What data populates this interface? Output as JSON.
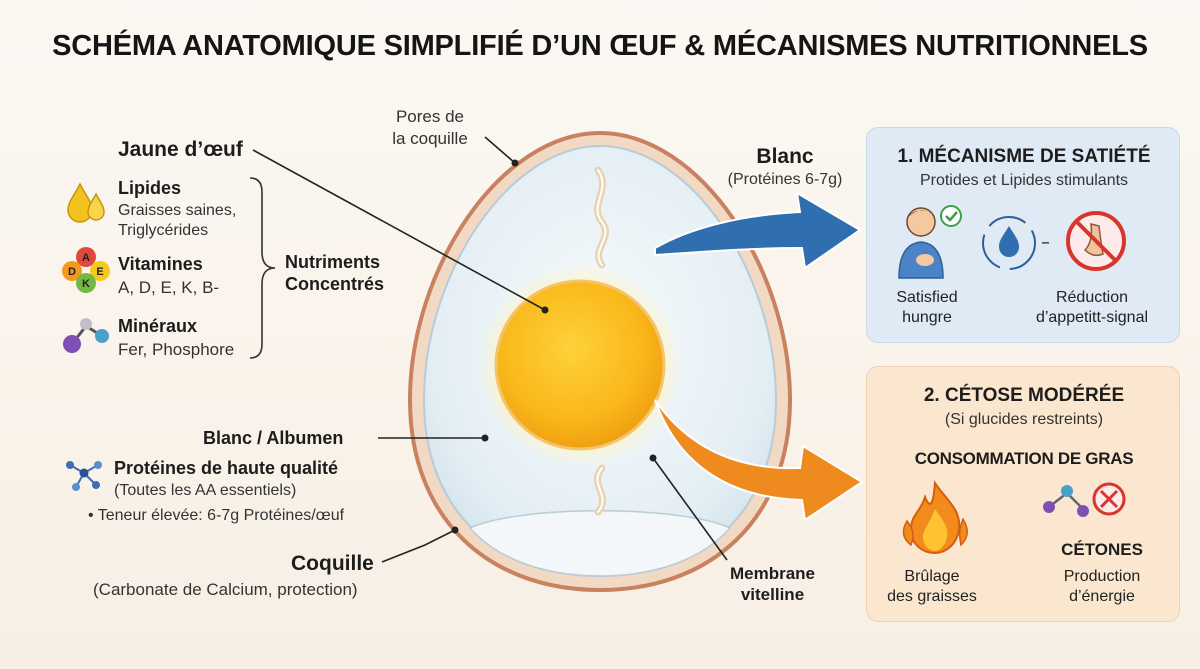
{
  "title": "SCHÉMA ANATOMIQUE SIMPLIFIÉ D’UN ŒUF & MÉCANISMES NUTRITIONNELS",
  "left": {
    "yolk_title": "Jaune d’œuf",
    "lipides": {
      "title": "Lipides",
      "desc1": "Graisses saines,",
      "desc2": "Triglycérides",
      "icon": "oil-drops-icon"
    },
    "vitamines": {
      "title": "Vitamines",
      "desc": "A, D, E, K, B-",
      "letters": [
        "A",
        "D",
        "E",
        "K"
      ],
      "icon": "vitamins-icon"
    },
    "mineraux": {
      "title": "Minéraux",
      "desc": "Fer, Phosphore",
      "icon": "molecule-icon"
    },
    "nutriments_1": "Nutriments",
    "nutriments_2": "Concentrés",
    "albumen_title": "Blanc / Albumen",
    "proteines_title": "Protéines de haute qualité",
    "proteines_sub": "(Toutes les AA essentiels)",
    "teneur": "• Teneur élevée: 6-7g Protéines/œuf",
    "coquille_title": "Coquille",
    "coquille_sub": "(Carbonate de Calcium, protection)"
  },
  "egg": {
    "pores_1": "Pores de",
    "pores_2": "la coquille",
    "membrane_1": "Membrane",
    "membrane_2": "vitelline",
    "blanc_title": "Blanc",
    "blanc_sub": "(Protéines 6-7g)"
  },
  "panel1": {
    "title": "1. MÉCANISME DE SATIÉTÉ",
    "sub": "Protides et Lipides stimulants",
    "left_1": "Satisfied",
    "left_2": "hungre",
    "right_1": "Réduction",
    "right_2": "d’appetitt-signal"
  },
  "panel2": {
    "title": "2. CÉTOSE MODÉRÉE",
    "sub": "(Si glucides restreints)",
    "heading": "CONSOMMATION DE GRAS",
    "cetones": "CÉTONES",
    "left_1": "Brûlage",
    "left_2": "des graisses",
    "right_1": "Production",
    "right_2": "d’énergie"
  },
  "colors": {
    "yolk": "#f7b21b",
    "shell": "#d9967a",
    "blue_arrow": "#2f6fb0",
    "orange_arrow": "#ef8a1f",
    "panel_blue": "#dfeaf5",
    "panel_orange": "#fbe7cf"
  }
}
